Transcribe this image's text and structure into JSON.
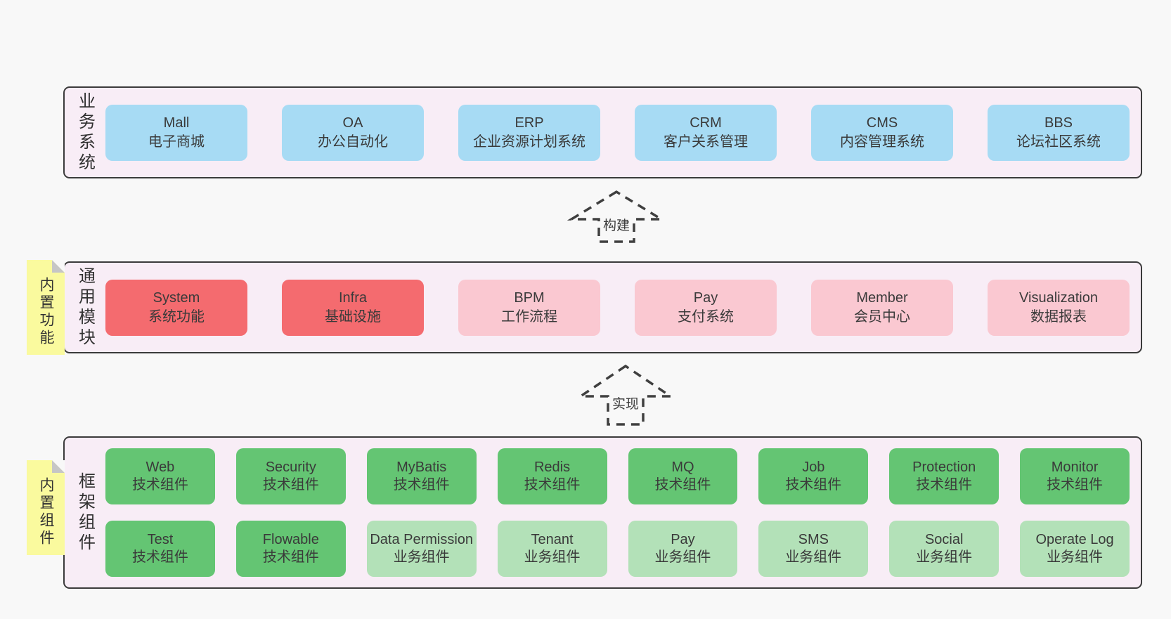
{
  "colors": {
    "page_bg": "#f8f8f8",
    "panel_bg": "#f8edf6",
    "panel_border": "#3b3b3b",
    "blue": "#a7dbf4",
    "red": "#f46b6f",
    "pink": "#fac8d1",
    "green": "#64c573",
    "light_green": "#b3e1b8",
    "note_yellow": "#fafa9e",
    "note_fold_grey": "#c6c6c6",
    "text": "#3a3a3a"
  },
  "top_section": {
    "label": "业务系统",
    "boxes": [
      {
        "name": "Mall",
        "desc": "电子商城",
        "variant": "blue"
      },
      {
        "name": "OA",
        "desc": "办公自动化",
        "variant": "blue"
      },
      {
        "name": "ERP",
        "desc": "企业资源计划系统",
        "variant": "blue"
      },
      {
        "name": "CRM",
        "desc": "客户关系管理",
        "variant": "blue"
      },
      {
        "name": "CMS",
        "desc": "内容管理系统",
        "variant": "blue"
      },
      {
        "name": "BBS",
        "desc": "论坛社区系统",
        "variant": "blue"
      }
    ]
  },
  "arrow_build": {
    "label": "构建"
  },
  "middle_section": {
    "note": "内置功能",
    "label": "通用模块",
    "boxes": [
      {
        "name": "System",
        "desc": "系统功能",
        "variant": "red"
      },
      {
        "name": "Infra",
        "desc": "基础设施",
        "variant": "red"
      },
      {
        "name": "BPM",
        "desc": "工作流程",
        "variant": "pink"
      },
      {
        "name": "Pay",
        "desc": "支付系统",
        "variant": "pink"
      },
      {
        "name": "Member",
        "desc": "会员中心",
        "variant": "pink"
      },
      {
        "name": "Visualization",
        "desc": "数据报表",
        "variant": "pink"
      }
    ]
  },
  "arrow_implement": {
    "label": "实现"
  },
  "bottom_section": {
    "note": "内置组件",
    "label": "框架组件",
    "rows": [
      [
        {
          "name": "Web",
          "desc": "技术组件",
          "variant": "green"
        },
        {
          "name": "Security",
          "desc": "技术组件",
          "variant": "green"
        },
        {
          "name": "MyBatis",
          "desc": "技术组件",
          "variant": "green"
        },
        {
          "name": "Redis",
          "desc": "技术组件",
          "variant": "green"
        },
        {
          "name": "MQ",
          "desc": "技术组件",
          "variant": "green"
        },
        {
          "name": "Job",
          "desc": "技术组件",
          "variant": "green"
        },
        {
          "name": "Protection",
          "desc": "技术组件",
          "variant": "green"
        },
        {
          "name": "Monitor",
          "desc": "技术组件",
          "variant": "green"
        }
      ],
      [
        {
          "name": "Test",
          "desc": "技术组件",
          "variant": "green"
        },
        {
          "name": "Flowable",
          "desc": "技术组件",
          "variant": "green"
        },
        {
          "name": "Data Permission",
          "desc": "业务组件",
          "variant": "light"
        },
        {
          "name": "Tenant",
          "desc": "业务组件",
          "variant": "light"
        },
        {
          "name": "Pay",
          "desc": "业务组件",
          "variant": "light"
        },
        {
          "name": "SMS",
          "desc": "业务组件",
          "variant": "light"
        },
        {
          "name": "Social",
          "desc": "业务组件",
          "variant": "light"
        },
        {
          "name": "Operate Log",
          "desc": "业务组件",
          "variant": "light"
        }
      ]
    ]
  }
}
